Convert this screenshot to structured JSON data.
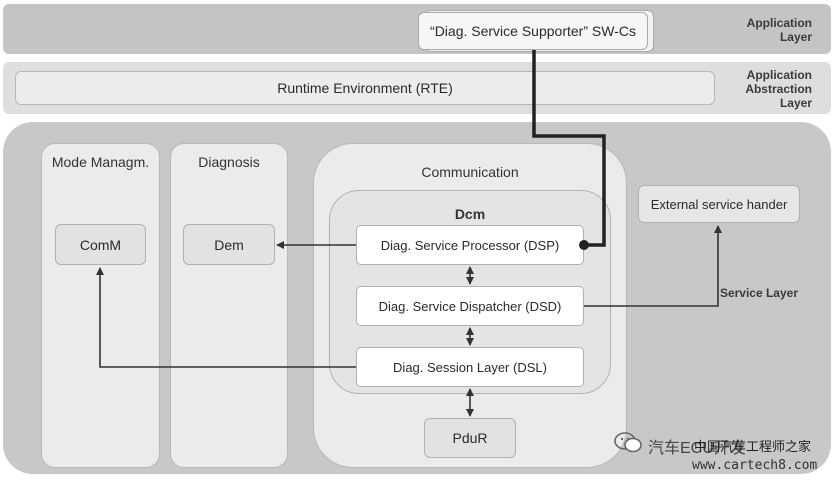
{
  "layers": {
    "application": "Application Layer",
    "abstraction": "Application Abstraction Layer",
    "service": "Service Layer"
  },
  "boxes": {
    "swc": "“Diag. Service Supporter” SW-Cs",
    "rte": "Runtime Environment (RTE)",
    "mode_title": "Mode Managm.",
    "diag_title": "Diagnosis",
    "comm_title": "Communication",
    "dcm_title": "Dcm",
    "comm": "ComM",
    "dem": "Dem",
    "dsp": "Diag. Service Processor (DSP)",
    "dsd": "Diag. Service Dispatcher (DSD)",
    "dsl": "Diag. Session Layer (DSL)",
    "pdur": "PduR",
    "ext": "External service hander"
  },
  "watermark": {
    "title": "汽车ECU开发",
    "brand": "中国汽车工程师之家",
    "url": "www.cartech8.com"
  },
  "colors": {
    "layer_bg": "#c7c7c7",
    "abstraction_bg": "#dedede",
    "panel_bg": "#e8e8e8",
    "box_bg": "#ffffff",
    "line": "#333333"
  }
}
